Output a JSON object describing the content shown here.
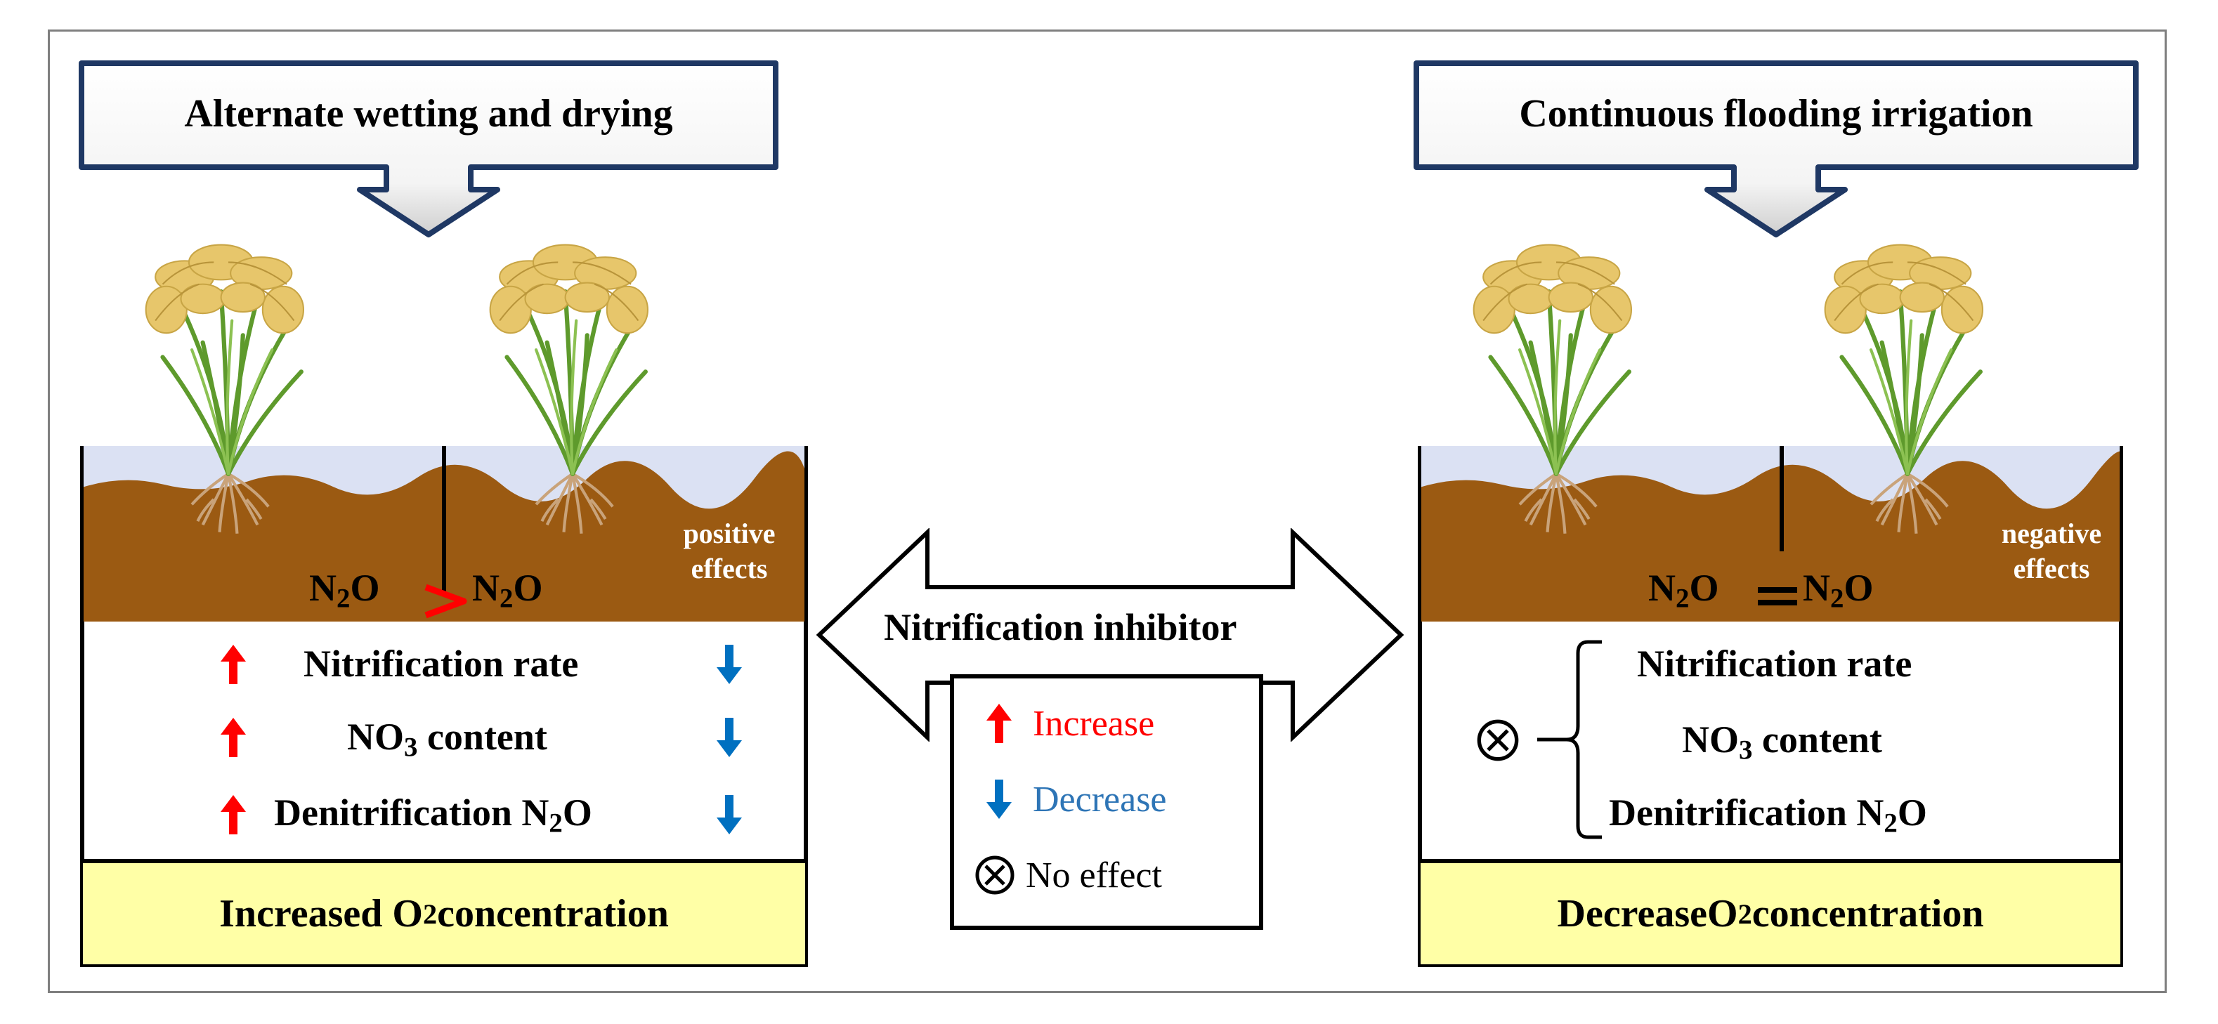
{
  "left": {
    "title": "Alternate wetting and drying",
    "n2o_label": "N",
    "n2o_sub": "2",
    "n2o_tail": "O",
    "effect_line1": "positive",
    "effect_line2": "effects",
    "rows": [
      {
        "pre": "Nitrification rate",
        "sub": "",
        "post": ""
      },
      {
        "pre": "NO",
        "sub": "3",
        "post": " content"
      },
      {
        "pre": "Denitrification N",
        "sub": "2",
        "post": "O"
      }
    ],
    "bottom_pre": "Increased O",
    "bottom_sub": "2",
    "bottom_post": " concentration"
  },
  "right": {
    "title": "Continuous flooding irrigation",
    "n2o_label": "N",
    "n2o_sub": "2",
    "n2o_tail": "O",
    "effect_line1": "negative",
    "effect_line2": "effects",
    "rows": [
      {
        "pre": "Nitrification rate",
        "sub": "",
        "post": ""
      },
      {
        "pre": "NO",
        "sub": "3",
        "post": " content"
      },
      {
        "pre": "Denitrification N",
        "sub": "2",
        "post": "O"
      }
    ],
    "bottom_pre": "Decrease ",
    "bottom_sub": "2",
    "bottom_post": " concentration",
    "bottom_o": "O"
  },
  "center": {
    "arrow_label": "Nitrification inhibitor",
    "legend": {
      "increase": "Increase",
      "decrease": "Decrease",
      "no_effect": "No effect"
    }
  },
  "colors": {
    "increase_arrow": "#ff0000",
    "decrease_arrow": "#0070c0",
    "soil": "#9b5a12",
    "water": "#dbe1f3",
    "yellow_box": "#ffffa6",
    "callout_border": "#1f3864"
  },
  "icons": {
    "increase": "red-up-arrow-icon",
    "decrease": "blue-down-arrow-icon",
    "no_effect": "circled-x-icon",
    "plant": "rice-plant-icon"
  }
}
